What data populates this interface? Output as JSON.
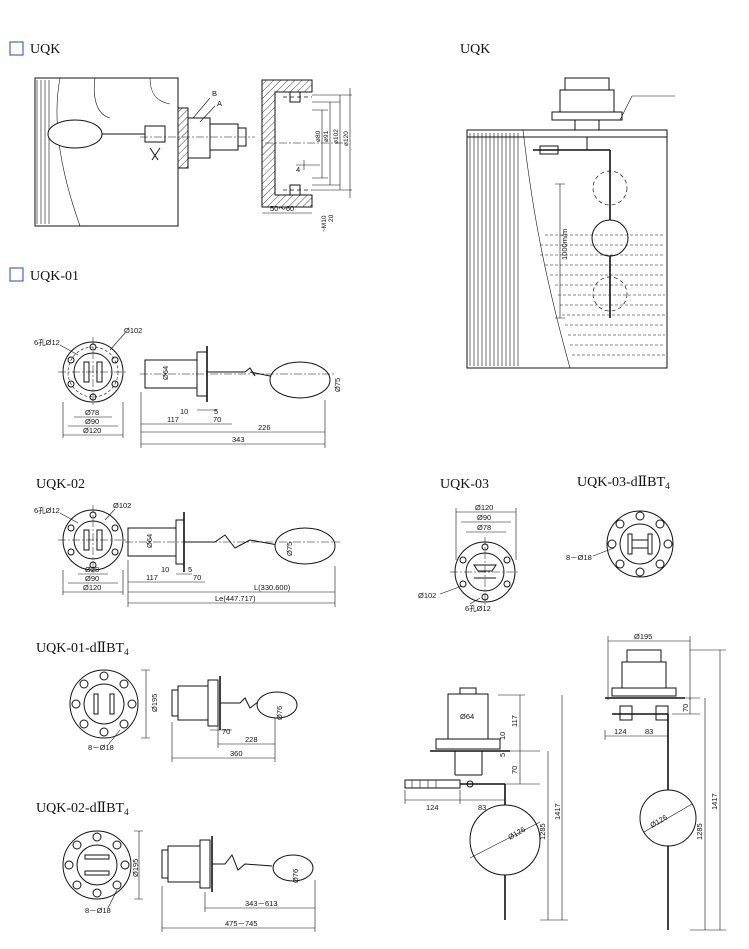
{
  "sections": {
    "uqk_left": {
      "title": "UQK",
      "labels": {
        "b": "B",
        "a": "A",
        "dim_50_60": "50～60",
        "bolt": "~M10",
        "bolt_sub": "20",
        "d80": "ø80",
        "d91": "ø91",
        "d102": "ø102",
        "d120": "ø120"
      }
    },
    "uqk_right": {
      "title": "UQK",
      "labels": {
        "travel": "1000m/m"
      }
    },
    "uqk01": {
      "title": "UQK-01",
      "labels": {
        "holes": "6孔Ø12",
        "d102": "Ø102",
        "d78": "Ø78",
        "d90": "Ø90",
        "d120": "Ø120",
        "d64": "Ø64",
        "d75": "Ø75",
        "l10": "10",
        "l5": "5",
        "l117": "117",
        "l70": "70",
        "l226": "226",
        "l343": "343"
      }
    },
    "uqk02": {
      "title": "UQK-02",
      "labels": {
        "holes": "6孔Ø12",
        "d102": "Ø102",
        "d28": "Ø28",
        "d90": "Ø90",
        "d120": "Ø120",
        "d64": "Ø64",
        "d75": "Ø75",
        "l10": "10",
        "l5": "5",
        "l117": "117",
        "l70": "70",
        "lL": "L(330.600)",
        "lLe": "Le(447.717)"
      }
    },
    "uqk03": {
      "title": "UQK-03",
      "labels": {
        "d120": "Ø120",
        "d90": "Ø90",
        "d78": "Ø78",
        "d102": "Ø102",
        "holes": "6孔Ø12"
      }
    },
    "uqk03d": {
      "title_main": "UQK-03-d",
      "title_mark": "Ⅱ",
      "title_bt": "BT",
      "title_sub": "4",
      "labels": {
        "holes": "8－Ø18"
      }
    },
    "uqk01d": {
      "title_main": "UQK-01-d",
      "title_mark": "Ⅱ",
      "title_bt": "BT",
      "title_sub": "4",
      "labels": {
        "d195": "Ø195",
        "holes": "8－Ø18",
        "d76": "Ø76",
        "l70": "70",
        "l228": "228",
        "l360": "360"
      }
    },
    "uqk02d": {
      "title_main": "UQK-02-d",
      "title_mark": "Ⅱ",
      "title_bt": "BT",
      "title_sub": "4",
      "labels": {
        "d195": "Ø195",
        "holes": "8－Ø18",
        "d76": "Ø76",
        "l343_613": "343－613",
        "l475_745": "475－745"
      }
    },
    "vert_mid": {
      "labels": {
        "d64": "Ø64",
        "l117": "117",
        "l10": "10",
        "l5": "5",
        "l70": "70",
        "l124": "124",
        "l83": "83",
        "d126": "Ø126",
        "l1285": "1285",
        "l1417": "1417"
      }
    },
    "vert_right": {
      "labels": {
        "d195": "Ø195",
        "l70": "70",
        "l124": "124",
        "l83": "83",
        "d126": "Ø126",
        "l1285": "1285",
        "l1417": "1417"
      }
    }
  }
}
